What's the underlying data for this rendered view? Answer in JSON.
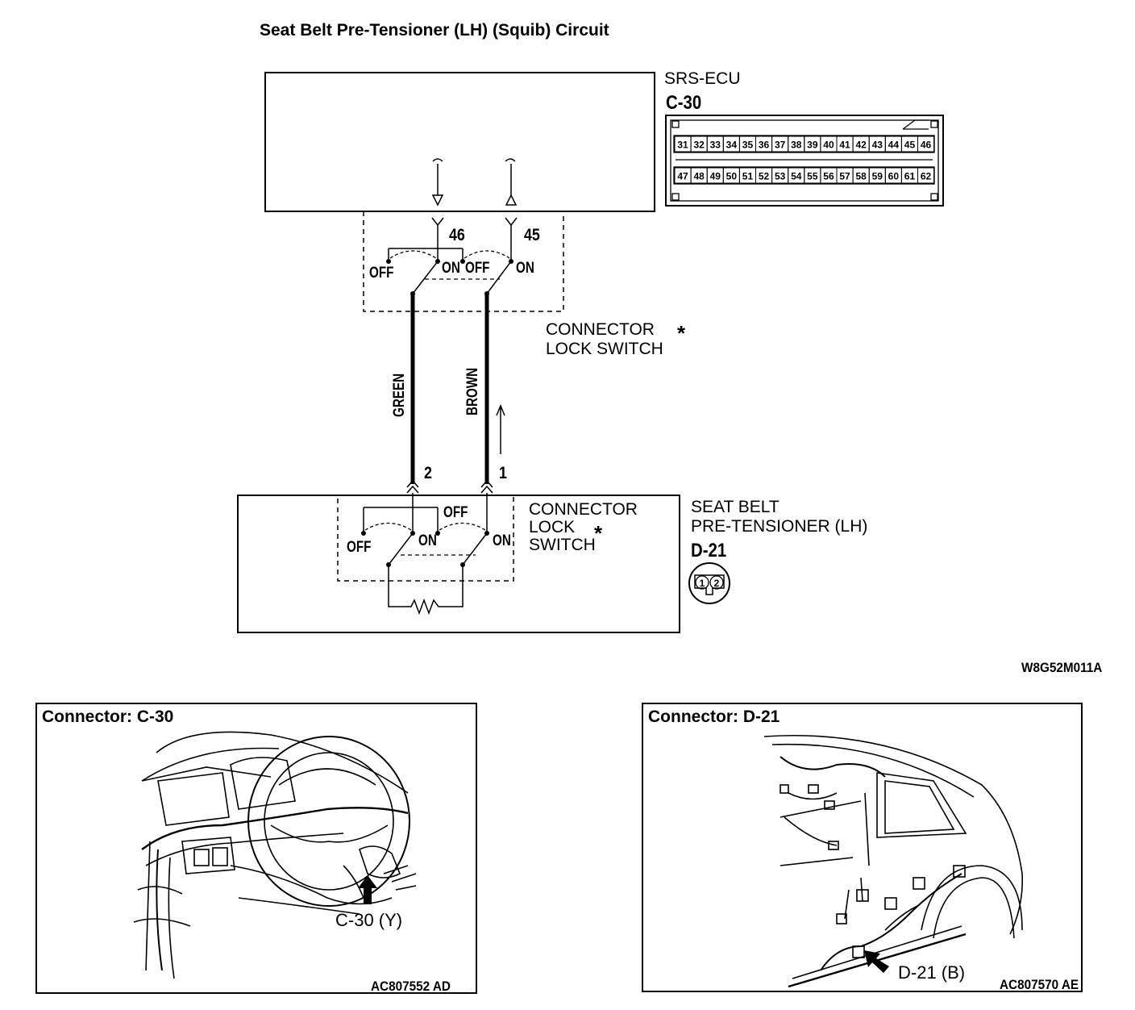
{
  "title": "Seat Belt Pre-Tensioner (LH) (Squib) Circuit",
  "ecu": {
    "name": "SRS-ECU",
    "connector": "C-30",
    "pins_row1": [
      "31",
      "32",
      "33",
      "34",
      "35",
      "36",
      "37",
      "38",
      "39",
      "40",
      "41",
      "42",
      "43",
      "44",
      "45",
      "46"
    ],
    "pins_row2": [
      "47",
      "48",
      "49",
      "50",
      "51",
      "52",
      "53",
      "54",
      "55",
      "56",
      "57",
      "58",
      "59",
      "60",
      "61",
      "62"
    ],
    "terminal_left": "46",
    "terminal_right": "45"
  },
  "ecu_switch": {
    "off_left": "OFF",
    "on_left": "ON",
    "off_right": "OFF",
    "on_right": "ON",
    "label_line1": "CONNECTOR",
    "label_line2": "LOCK SWITCH",
    "asterisk": "*"
  },
  "wires": {
    "left_color": "GREEN",
    "right_color": "BROWN"
  },
  "pretensioner": {
    "terminal_left": "2",
    "terminal_right": "1",
    "off_top": "OFF",
    "off_left": "OFF",
    "on_left": "ON",
    "on_right": "ON",
    "switch_line1": "CONNECTOR",
    "switch_line2": "LOCK",
    "switch_line3": "SWITCH",
    "asterisk": "*",
    "name_line1": "SEAT BELT",
    "name_line2": "PRE-TENSIONER (LH)",
    "connector": "D-21",
    "connector_pins": [
      "1",
      "2"
    ]
  },
  "diagram_ref": "W8G52M011A",
  "panel_left": {
    "title": "Connector: C-30",
    "callout": "C-30 (Y)",
    "ref": "AC807552 AD"
  },
  "panel_right": {
    "title": "Connector: D-21",
    "callout": "D-21 (B)",
    "ref": "AC807570 AE"
  }
}
